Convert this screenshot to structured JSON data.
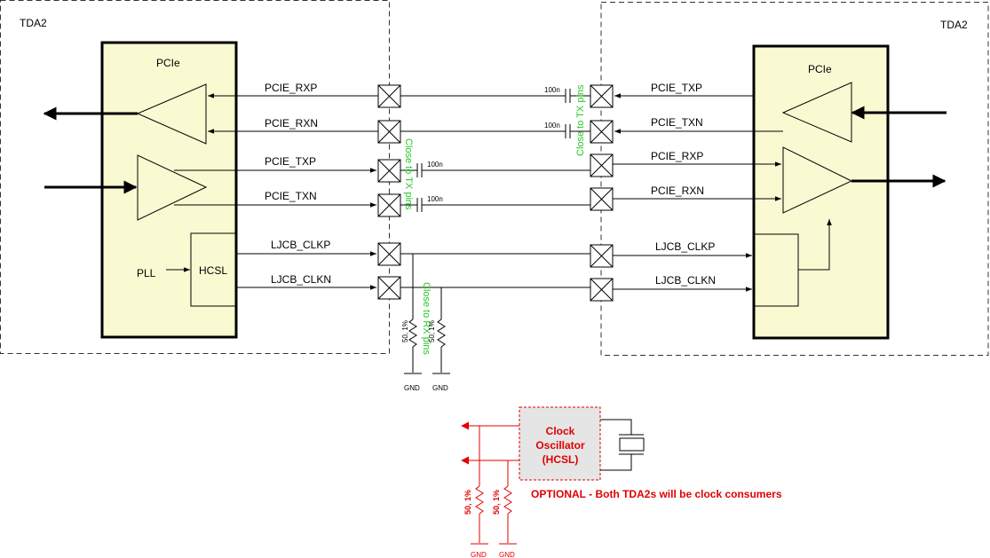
{
  "colors": {
    "chip_fill": "#fafad2",
    "optional_red": "#e00000",
    "note_green": "#22c922",
    "oscillator_fill": "#e5e5e5"
  },
  "left_device": {
    "name": "TDA2",
    "block": "PCIe",
    "pll": "PLL",
    "hcsl": "HCSL"
  },
  "right_device": {
    "name": "TDA2",
    "block": "PCIe"
  },
  "left_signals": {
    "rxp": "PCIE_RXP",
    "rxn": "PCIE_RXN",
    "txp": "PCIE_TXP",
    "txn": "PCIE_TXN",
    "clkp": "LJCB_CLKP",
    "clkn": "LJCB_CLKN"
  },
  "right_signals": {
    "txp": "PCIE_TXP",
    "txn": "PCIE_TXN",
    "rxp": "PCIE_RXP",
    "rxn": "PCIE_RXN",
    "clkp": "LJCB_CLKP",
    "clkn": "LJCB_CLKN"
  },
  "caps": {
    "value": "100n"
  },
  "notes": {
    "close_tx_left": "Close to TX pins",
    "close_tx_right": "Close to TX pins",
    "close_rx": "Close to RX pins"
  },
  "termination": {
    "r1": "50, 1%",
    "r2": "50, 1%",
    "gnd": "GND"
  },
  "oscillator": {
    "line1": "Clock",
    "line2": "Oscillator",
    "line3": "(HCSL)",
    "optional_note": "OPTIONAL - Both TDA2s will be clock consumers",
    "r1": "50, 1%",
    "r2": "50, 1%",
    "gnd": "GND"
  }
}
